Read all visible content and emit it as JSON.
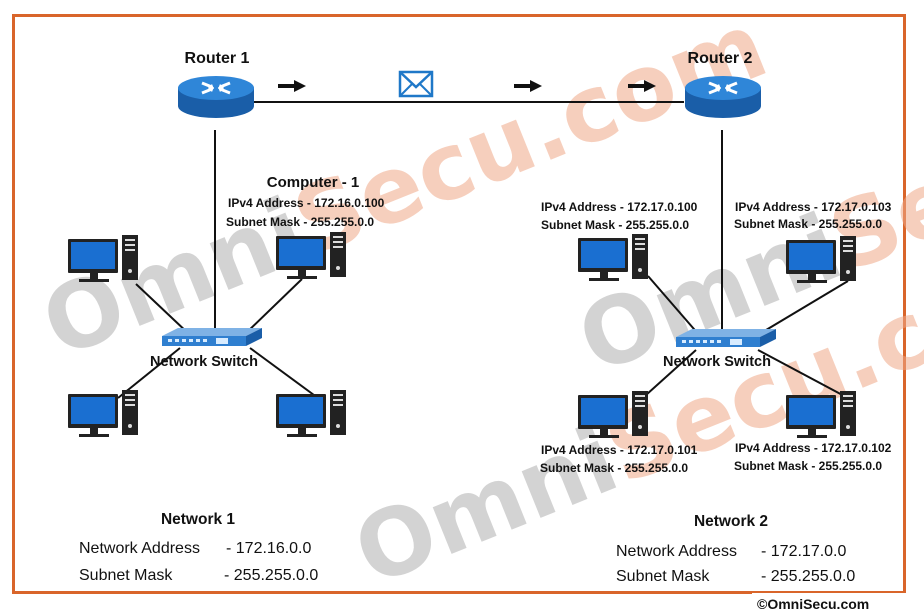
{
  "colors": {
    "frame": "#d9652a",
    "router": "#1f78c8",
    "monitor": "#1a6fd1",
    "line": "#111111",
    "watermark_gray": "#c8c8c8",
    "watermark_orange": "#f4c4ad"
  },
  "watermark": {
    "text": "OmniSecu.com"
  },
  "routers": [
    {
      "label": "Router 1",
      "icon": "router-icon"
    },
    {
      "label": "Router 2",
      "icon": "router-icon"
    }
  ],
  "message": {
    "icon": "envelope-icon"
  },
  "network1": {
    "switch_label": "Network Switch",
    "computer1": {
      "title": "Computer - 1",
      "ipv4": "IPv4 Address - 172.16.0.100",
      "mask": "Subnet Mask - 255.255.0.0"
    },
    "title": "Network 1",
    "address_label": "Network Address",
    "address_value": "- 172.16.0.0",
    "mask_label": "Subnet Mask",
    "mask_value": "- 255.255.0.0"
  },
  "network2": {
    "switch_label": "Network Switch",
    "hosts": [
      {
        "ipv4": "IPv4 Address - 172.17.0.100",
        "mask": "Subnet Mask  - 255.255.0.0"
      },
      {
        "ipv4": "IPv4 Address - 172.17.0.103",
        "mask": "Subnet Mask  - 255.255.0.0"
      },
      {
        "ipv4": "IPv4 Address - 172.17.0.101",
        "mask": "Subnet Mask - 255.255.0.0"
      },
      {
        "ipv4": "IPv4 Address - 172.17.0.102",
        "mask": "Subnet Mask - 255.255.0.0"
      }
    ],
    "title": "Network 2",
    "address_label": "Network Address",
    "address_value": "- 172.17.0.0",
    "mask_label": "Subnet Mask",
    "mask_value": "- 255.255.0.0"
  },
  "copyright": "©OmniSecu.com"
}
